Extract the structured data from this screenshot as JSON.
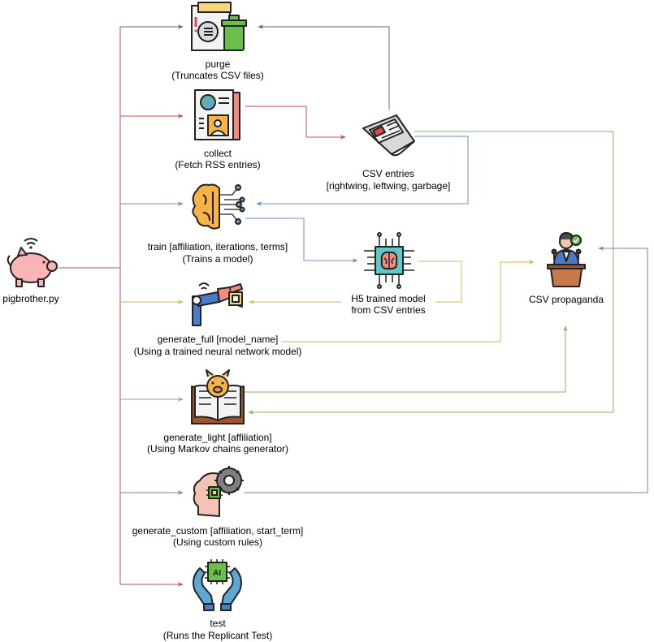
{
  "root": {
    "label": "pigbrother.py"
  },
  "commands": [
    {
      "name": "purge",
      "desc": "(Truncates CSV files)"
    },
    {
      "name": "collect",
      "desc": "(Fetch RSS entries)"
    },
    {
      "name": "train [affiliation, iterations, terms]",
      "desc": "(Trains a model)"
    },
    {
      "name": "generate_full [model_name]",
      "desc": "(Using a trained neural network model)"
    },
    {
      "name": "generate_light [affiliation]",
      "desc": "(Using Markov chains generator)"
    },
    {
      "name": "generate_custom [affiliation, start_term]",
      "desc": "(Using custom rules)"
    },
    {
      "name": "test",
      "desc": "(Runs the Replicant Test)"
    }
  ],
  "artifacts": {
    "csv_entries": {
      "line1": "CSV entries",
      "line2": "[rightwing, leftwing, garbage]"
    },
    "h5_model": {
      "line1": "H5 trained model",
      "line2": "from CSV entries"
    },
    "propaganda": {
      "line1": "CSV propaganda"
    }
  },
  "icons": {
    "pig": "piggy-bank-icon",
    "purge": "document-trash-icon",
    "collect": "newspaper-icon",
    "train": "neural-brain-icon",
    "generate_full": "robot-arm-icon",
    "generate_light": "open-book-pig-icon",
    "generate_custom": "head-gear-icon",
    "test": "ai-chip-hands-icon",
    "csv_entries": "rolled-newspaper-icon",
    "h5_model": "brain-chip-icon",
    "propaganda": "speaker-podium-icon"
  },
  "colors": {
    "dark_red": "#b85450",
    "gray": "#666666",
    "blue": "#6c8ebf",
    "gold": "#d6b656",
    "green": "#82b366",
    "purple": "#9673a6"
  }
}
